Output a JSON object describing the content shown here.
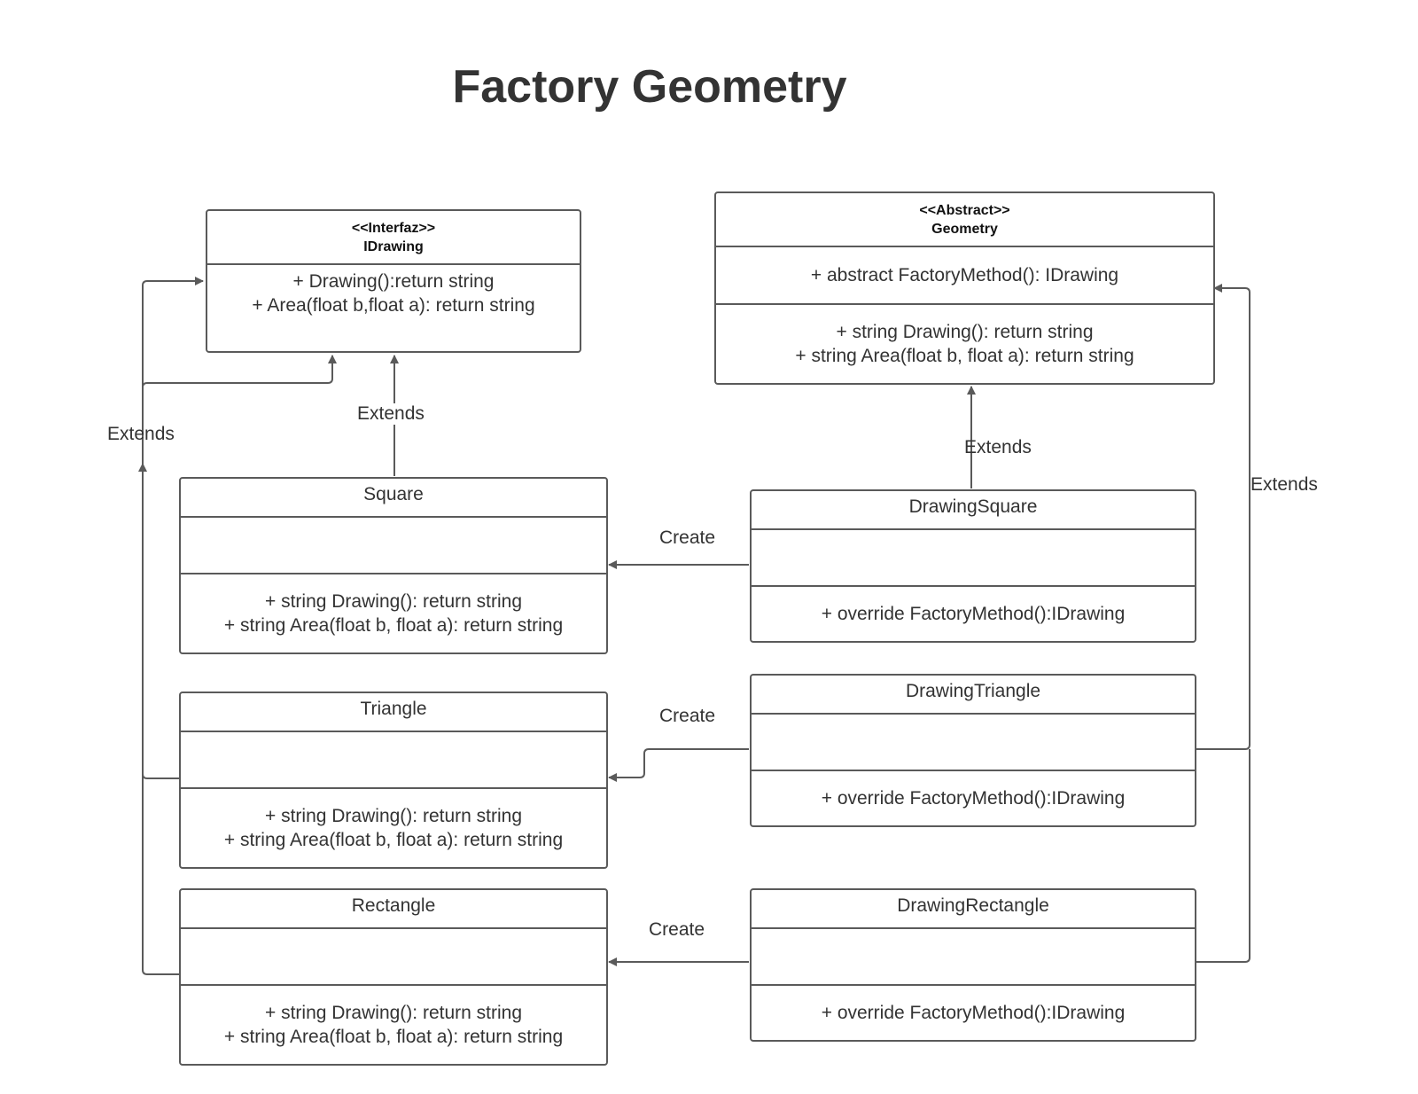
{
  "title": "Factory Geometry",
  "classes": {
    "idrawing": {
      "stereotype": "<<Interfaz>>",
      "name": "IDrawing",
      "methods": [
        "+ Drawing():return string",
        "+ Area(float b,float a): return string"
      ]
    },
    "geometry": {
      "stereotype": "<<Abstract>>",
      "name": "Geometry",
      "attributes": [
        "+ abstract FactoryMethod(): IDrawing"
      ],
      "methods": [
        "+ string Drawing(): return string",
        "+ string Area(float b, float a): return string"
      ]
    },
    "square": {
      "name": "Square",
      "methods": [
        "+ string Drawing(): return string",
        "+ string Area(float b, float a): return string"
      ]
    },
    "triangle": {
      "name": "Triangle",
      "methods": [
        "+ string Drawing(): return string",
        "+ string Area(float b, float a): return string"
      ]
    },
    "rectangle": {
      "name": "Rectangle",
      "methods": [
        "+ string Drawing(): return string",
        "+ string Area(float b, float a): return string"
      ]
    },
    "drawing_square": {
      "name": "DrawingSquare",
      "methods": [
        "+ override FactoryMethod():IDrawing"
      ]
    },
    "drawing_triangle": {
      "name": "DrawingTriangle",
      "methods": [
        "+ override FactoryMethod():IDrawing"
      ]
    },
    "drawing_rectangle": {
      "name": "DrawingRectangle",
      "methods": [
        "+ override FactoryMethod():IDrawing"
      ]
    }
  },
  "edges": {
    "square_extends": "Extends",
    "left_extends": "Extends",
    "drawing_square_extends": "Extends",
    "right_extends": "Extends",
    "create_square": "Create",
    "create_triangle": "Create",
    "create_rectangle": "Create"
  },
  "colors": {
    "line": "#5a5a5a",
    "text": "#333333"
  }
}
